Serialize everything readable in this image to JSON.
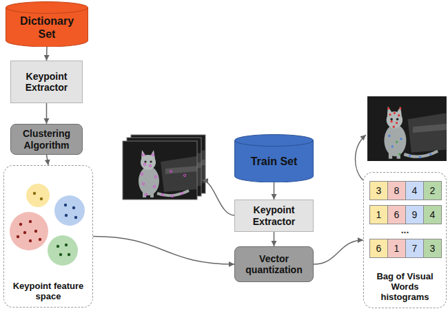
{
  "diagram": {
    "nodes": [
      {
        "text": [
          "Dictionary Set"
        ]
      },
      {
        "text": [
          "Keypoint Extractor"
        ]
      },
      {
        "text": [
          "Clustering Algorithm"
        ]
      },
      {
        "text": [
          "Keypoint feature space"
        ]
      },
      {
        "text": [
          "Train Set"
        ]
      },
      {
        "text": [
          "Keypoint Extractor"
        ]
      },
      {
        "text": [
          "Vector quantization"
        ]
      },
      {
        "text": [
          "Bag of Visual Words histograms"
        ]
      },
      {
        "text": [
          "3"
        ],
        "in": 7
      },
      {
        "text": [
          "8"
        ],
        "in": 7
      },
      {
        "text": [
          "4"
        ],
        "in": 7
      },
      {
        "text": [
          "2"
        ],
        "in": 7
      },
      {
        "text": [
          "1"
        ],
        "in": 7
      },
      {
        "text": [
          "6"
        ],
        "in": 7
      },
      {
        "text": [
          "9"
        ],
        "in": 7
      },
      {
        "text": [
          "4"
        ],
        "in": 7
      },
      {
        "text": [
          "6"
        ],
        "in": 7
      },
      {
        "text": [
          "1"
        ],
        "in": 7
      },
      {
        "text": [
          "7"
        ],
        "in": 7
      },
      {
        "text": [
          "3"
        ],
        "in": 7
      }
    ],
    "edges": [
      {
        "from": 0,
        "to": 1,
        "arrow": "to"
      },
      {
        "from": 1,
        "to": 2,
        "arrow": "to"
      },
      {
        "from": 2,
        "to": 3,
        "arrow": "to"
      },
      {
        "from": 3,
        "to": 6,
        "arrow": "to"
      },
      {
        "from": 4,
        "to": 5,
        "arrow": "to"
      },
      {
        "from": 5,
        "to": 6,
        "arrow": "to"
      },
      {
        "from": 6,
        "to": 7,
        "arrow": "to"
      }
    ],
    "labels": [
      "..."
    ]
  }
}
